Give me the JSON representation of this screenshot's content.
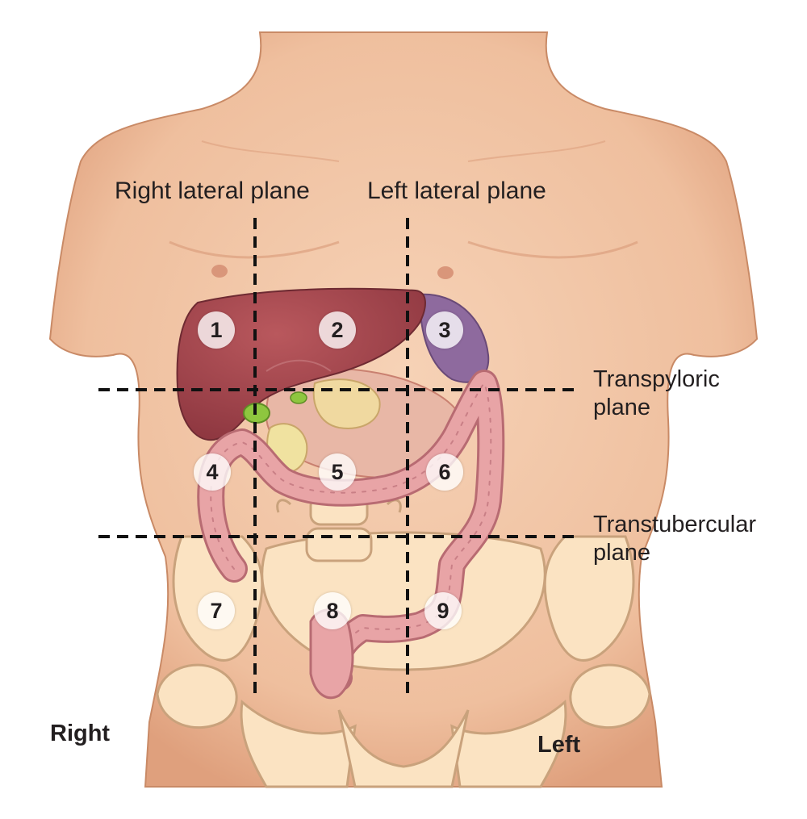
{
  "labels": {
    "right_lateral_plane": "Right lateral plane",
    "left_lateral_plane": "Left lateral plane",
    "transpyloric_plane": [
      "Transpyloric",
      "plane"
    ],
    "transtubercular_plane": [
      "Transtubercular",
      "plane"
    ],
    "right": "Right",
    "left": "Left"
  },
  "regions": [
    "1",
    "2",
    "3",
    "4",
    "5",
    "6",
    "7",
    "8",
    "9"
  ],
  "colors": {
    "skin": "#f1c3a2",
    "skin_shadow": "#dea07d",
    "liver": "#a8474f",
    "spleen": "#8e6a9e",
    "stomach": "#e8b7a6",
    "colon": "#e8a4a6",
    "colon_edge": "#b86b72",
    "bone": "#fbe3c2",
    "bone_edge": "#c9a27c",
    "gallbladder": "#8ec63f",
    "dashed_line": "#111111"
  }
}
